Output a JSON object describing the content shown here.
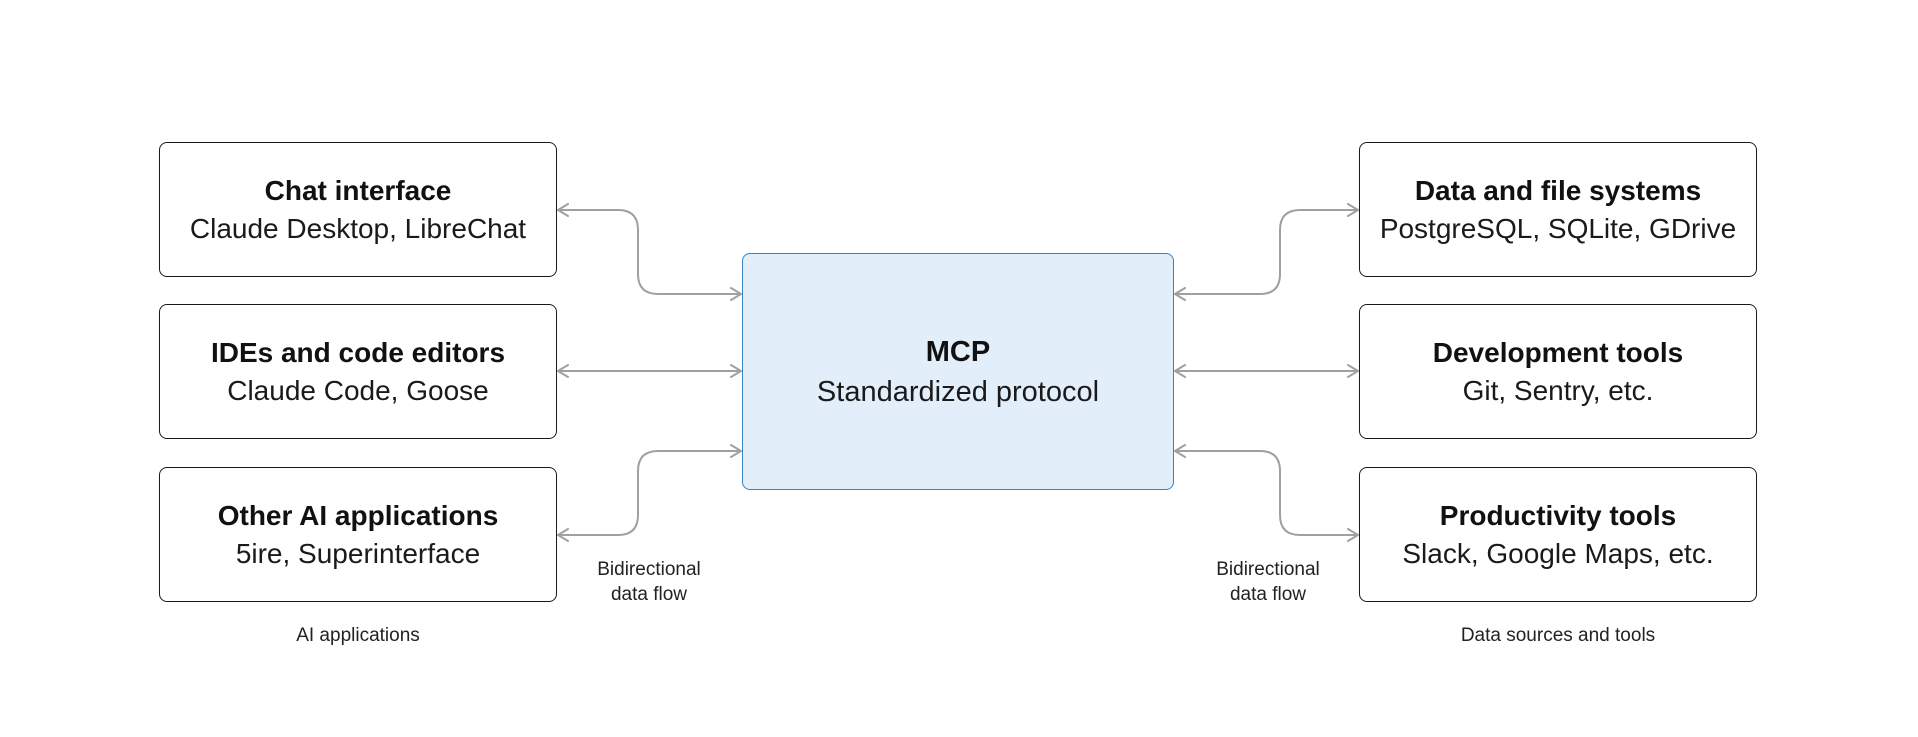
{
  "hub": {
    "title": "MCP",
    "subtitle": "Standardized protocol",
    "fill_color": "#e2eefa",
    "border_color": "#3b82c4"
  },
  "ai_applications": {
    "label": "AI applications",
    "items": [
      {
        "title": "Chat interface",
        "subtitle": "Claude Desktop, LibreChat"
      },
      {
        "title": "IDEs and code editors",
        "subtitle": "Claude Code, Goose"
      },
      {
        "title": "Other AI applications",
        "subtitle": "5ire, Superinterface"
      }
    ]
  },
  "data_sources": {
    "label": "Data sources and tools",
    "items": [
      {
        "title": "Data and file systems",
        "subtitle": "PostgreSQL, SQLite, GDrive"
      },
      {
        "title": "Development tools",
        "subtitle": "Git, Sentry, etc."
      },
      {
        "title": "Productivity tools",
        "subtitle": "Slack, Google Maps, etc."
      }
    ]
  },
  "flow_labels": {
    "left": {
      "line1": "Bidirectional",
      "line2": "data flow"
    },
    "right": {
      "line1": "Bidirectional",
      "line2": "data flow"
    }
  },
  "connector_color": "#a0a0a0"
}
